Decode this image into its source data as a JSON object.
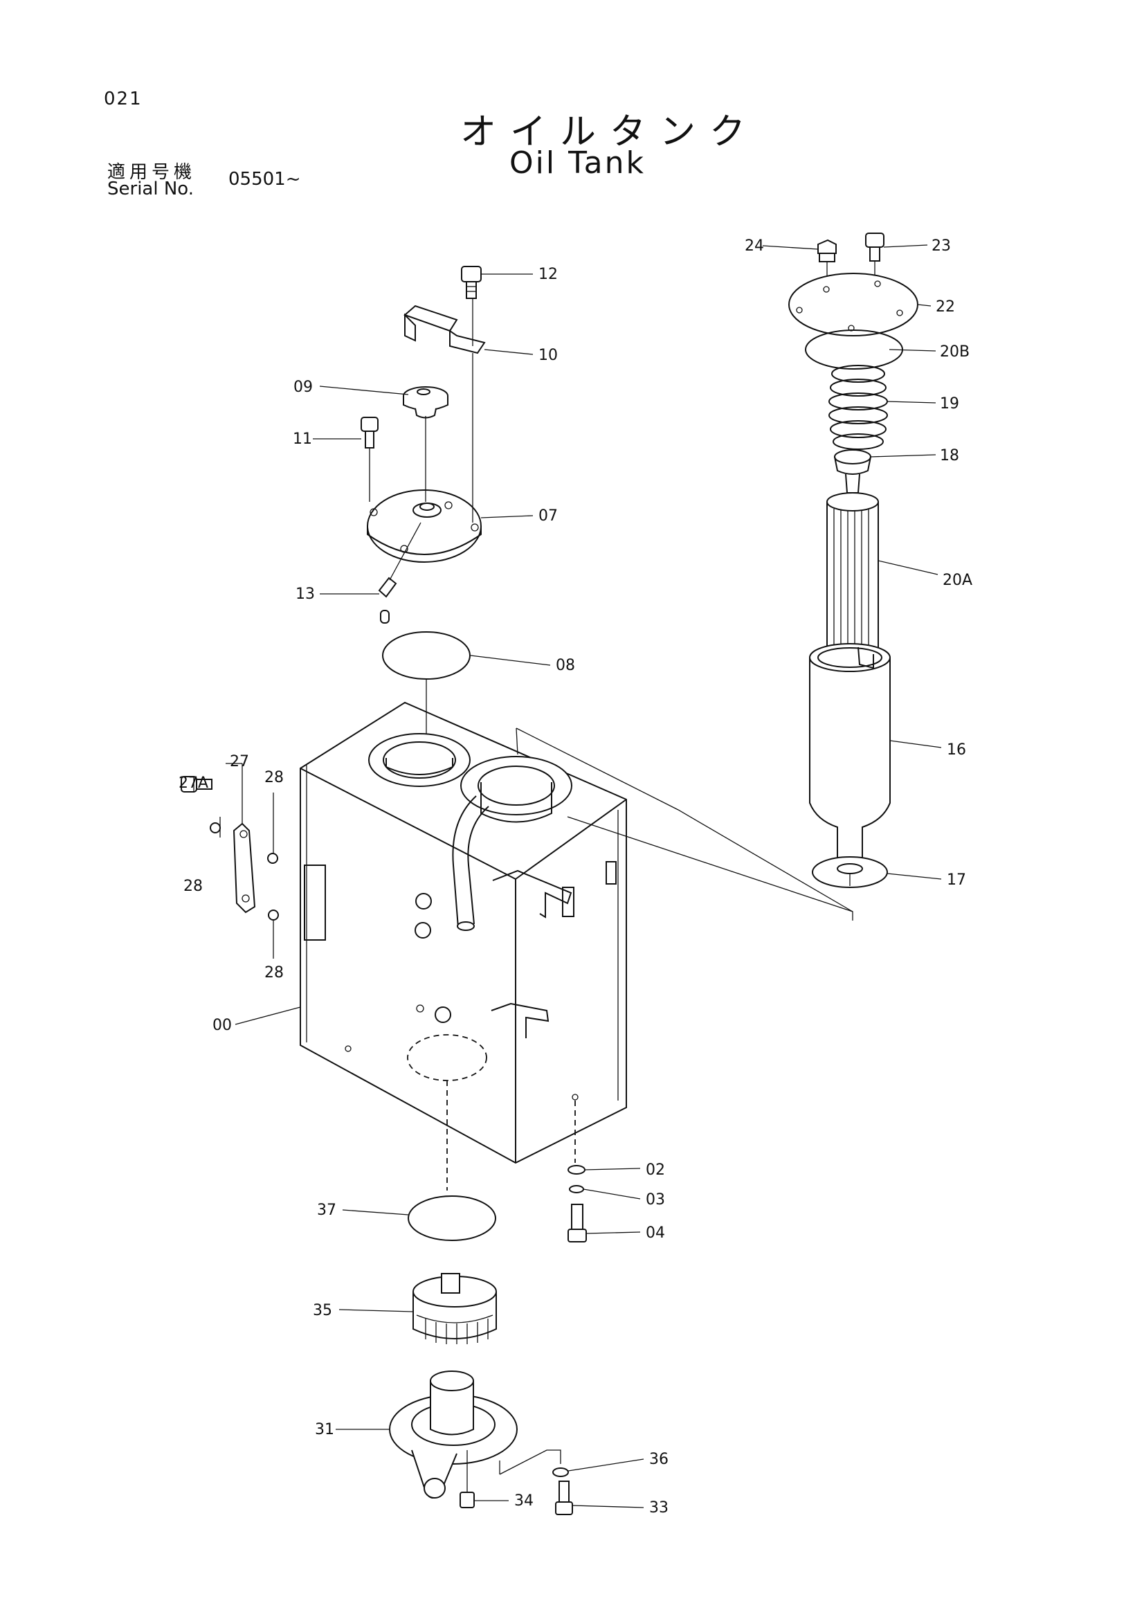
{
  "header": {
    "page_number": "021",
    "title_jp": "オイルタンク",
    "title_en": "Oil Tank",
    "serial_label_jp": "適用号機",
    "serial_label_en": "Serial No.",
    "serial_value": "05501~"
  },
  "callouts": [
    {
      "id": "c00",
      "label": "00"
    },
    {
      "id": "c02",
      "label": "02"
    },
    {
      "id": "c03",
      "label": "03"
    },
    {
      "id": "c04",
      "label": "04"
    },
    {
      "id": "c07",
      "label": "07"
    },
    {
      "id": "c08",
      "label": "08"
    },
    {
      "id": "c09",
      "label": "09"
    },
    {
      "id": "c10",
      "label": "10"
    },
    {
      "id": "c11",
      "label": "11"
    },
    {
      "id": "c12",
      "label": "12"
    },
    {
      "id": "c13",
      "label": "13"
    },
    {
      "id": "c16",
      "label": "16"
    },
    {
      "id": "c17",
      "label": "17"
    },
    {
      "id": "c18",
      "label": "18"
    },
    {
      "id": "c19",
      "label": "19"
    },
    {
      "id": "c20A",
      "label": "20A"
    },
    {
      "id": "c20B",
      "label": "20B"
    },
    {
      "id": "c22",
      "label": "22"
    },
    {
      "id": "c23",
      "label": "23"
    },
    {
      "id": "c24",
      "label": "24"
    },
    {
      "id": "c27",
      "label": "27"
    },
    {
      "id": "c27A",
      "label": "27A"
    },
    {
      "id": "c28a",
      "label": "28"
    },
    {
      "id": "c28b",
      "label": "28"
    },
    {
      "id": "c28c",
      "label": "28"
    },
    {
      "id": "c31",
      "label": "31"
    },
    {
      "id": "c33",
      "label": "33"
    },
    {
      "id": "c34",
      "label": "34"
    },
    {
      "id": "c35",
      "label": "35"
    },
    {
      "id": "c36",
      "label": "36"
    },
    {
      "id": "c37",
      "label": "37"
    }
  ]
}
